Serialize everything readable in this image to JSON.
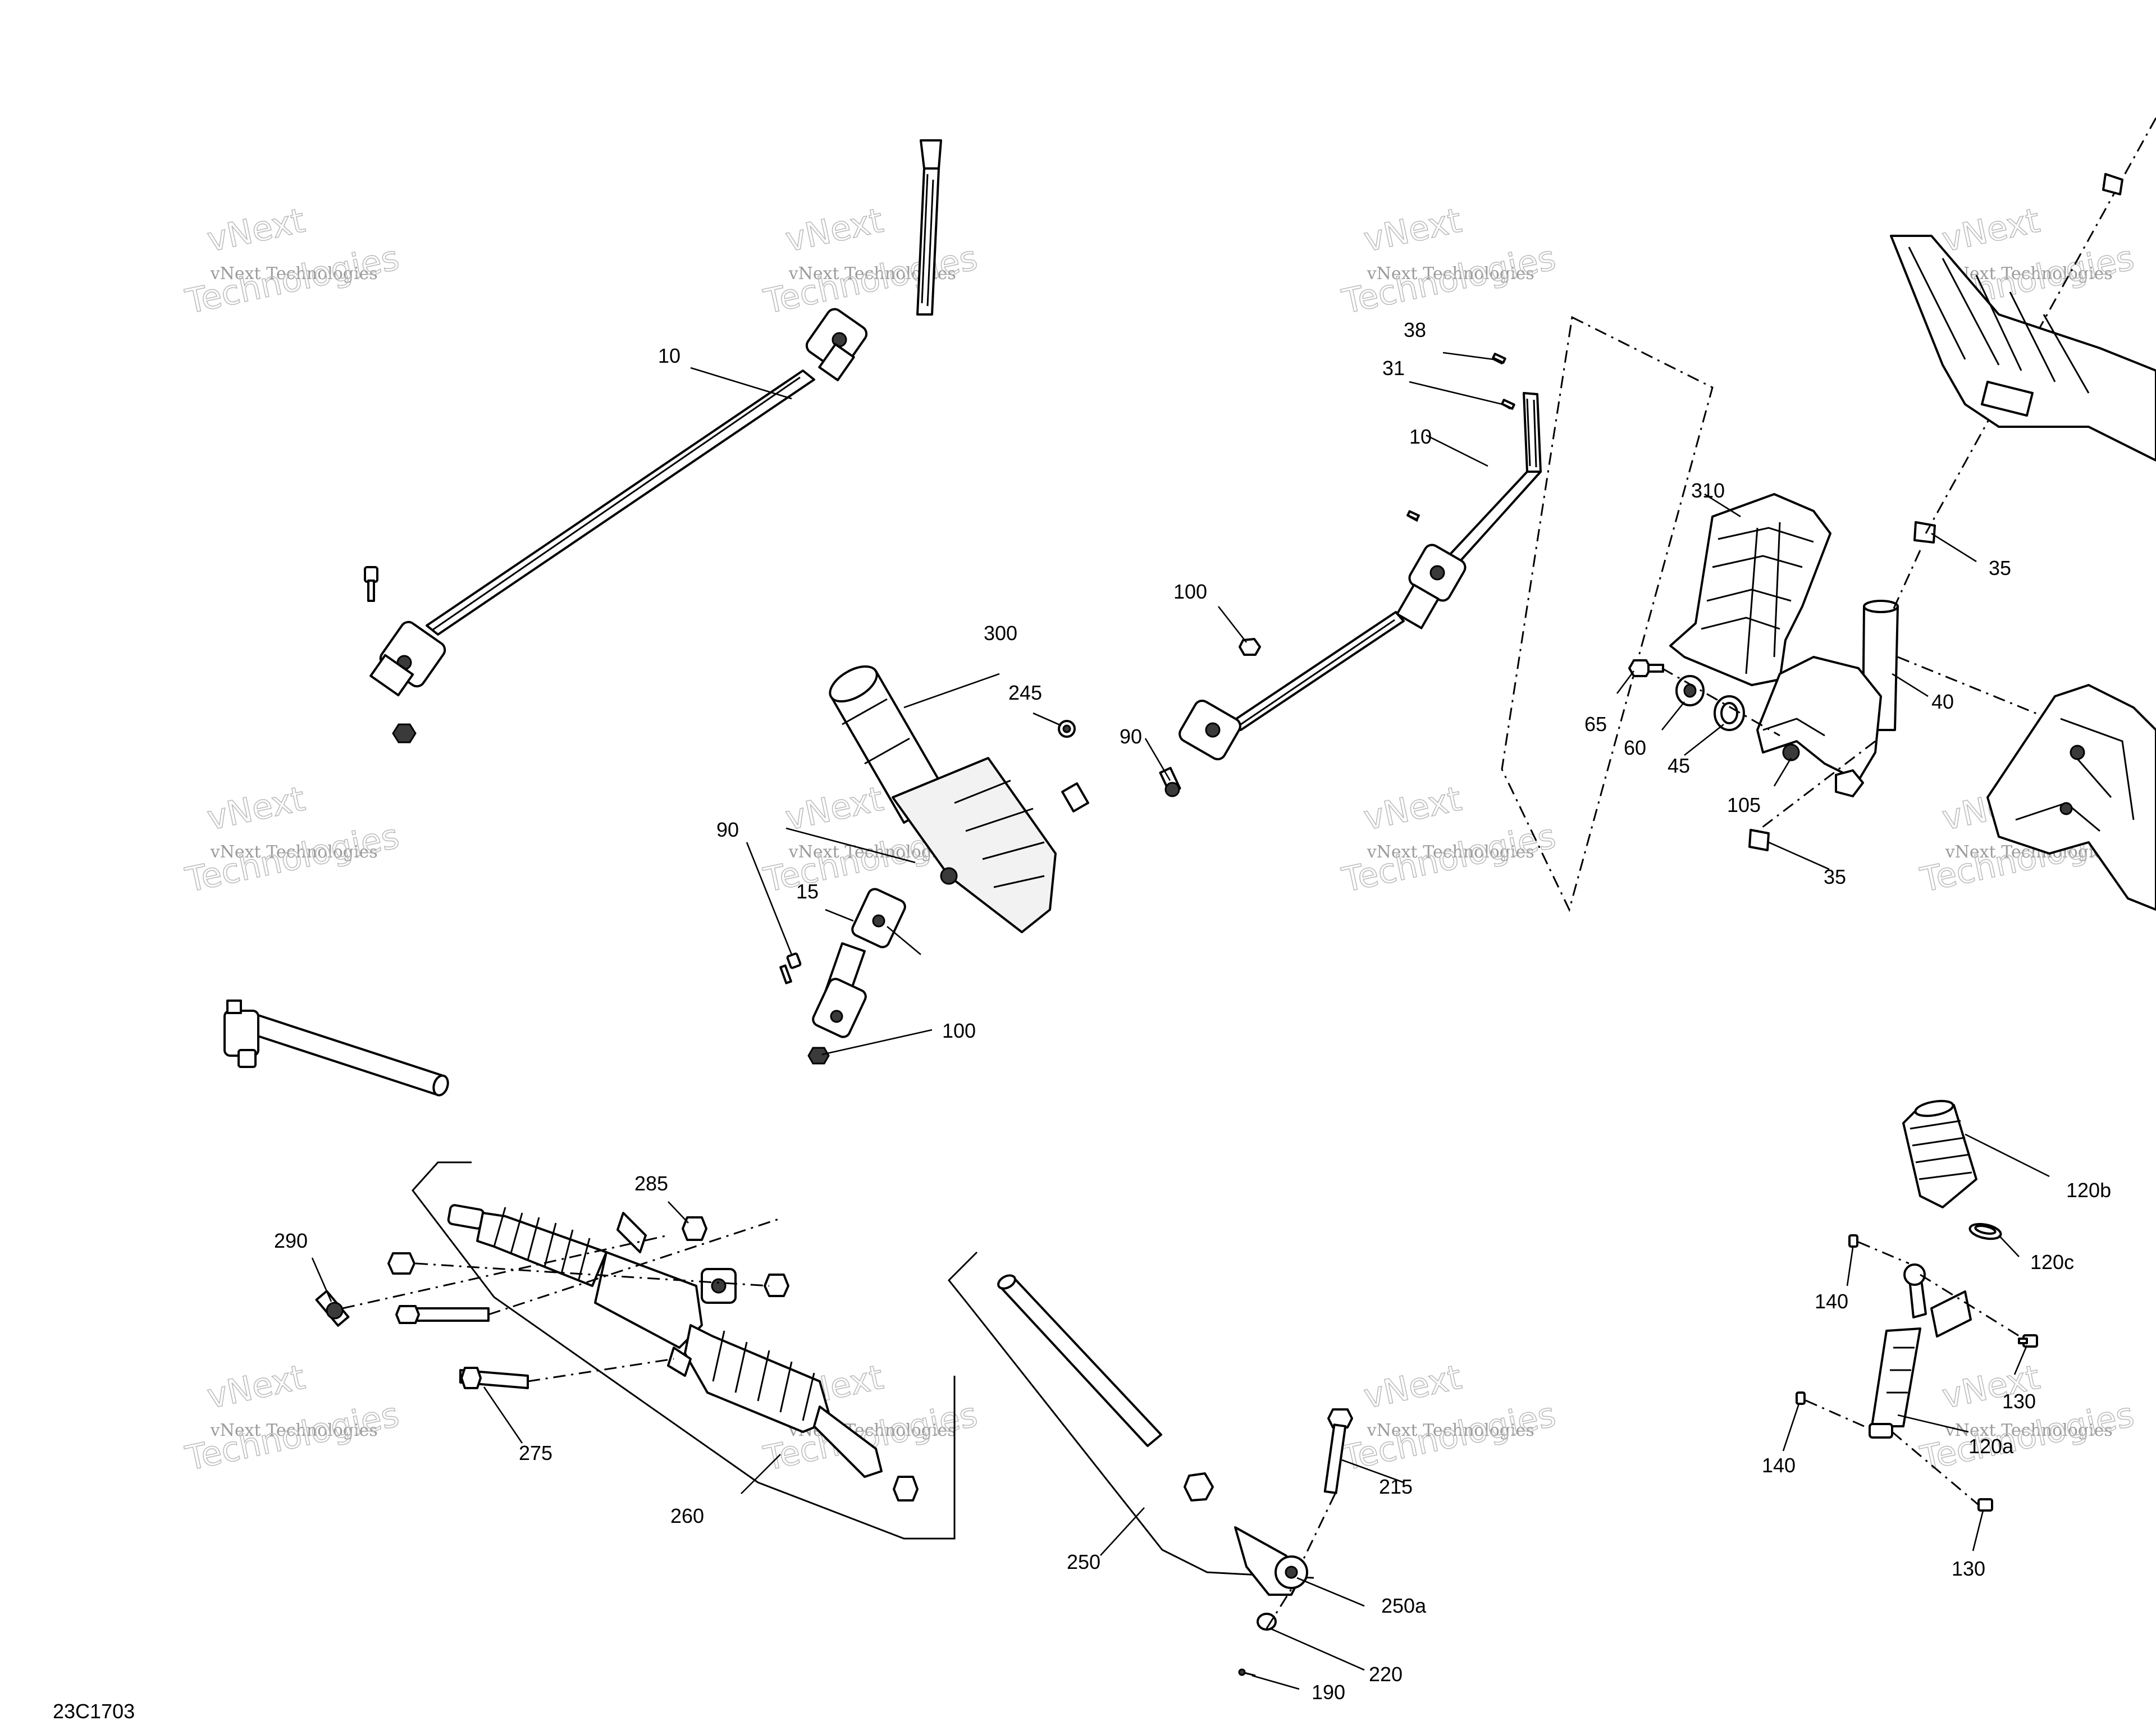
{
  "diagram_code": "23C1703",
  "watermark": {
    "line1": "vNext",
    "line2": "vNext Technologies",
    "line3": "Technologies"
  },
  "labels": {
    "l10a": "10",
    "l300": "300",
    "l245": "245",
    "l90a": "90",
    "l15": "15",
    "l100a": "100",
    "l38": "38",
    "l31": "31",
    "l10b": "10",
    "l100b": "100",
    "l90b": "90",
    "l310": "310",
    "l35a": "35",
    "l40": "40",
    "l65": "65",
    "l60": "60",
    "l45": "45",
    "l105": "105",
    "l35b": "35",
    "l285": "285",
    "l290": "290",
    "l275": "275",
    "l260": "260",
    "l250": "250",
    "l215": "215",
    "l250a": "250a",
    "l220": "220",
    "l190": "190",
    "l120b": "120b",
    "l120c": "120c",
    "l140a": "140",
    "l130a": "130",
    "l120a": "120a",
    "l140b": "140",
    "l130b": "130"
  }
}
